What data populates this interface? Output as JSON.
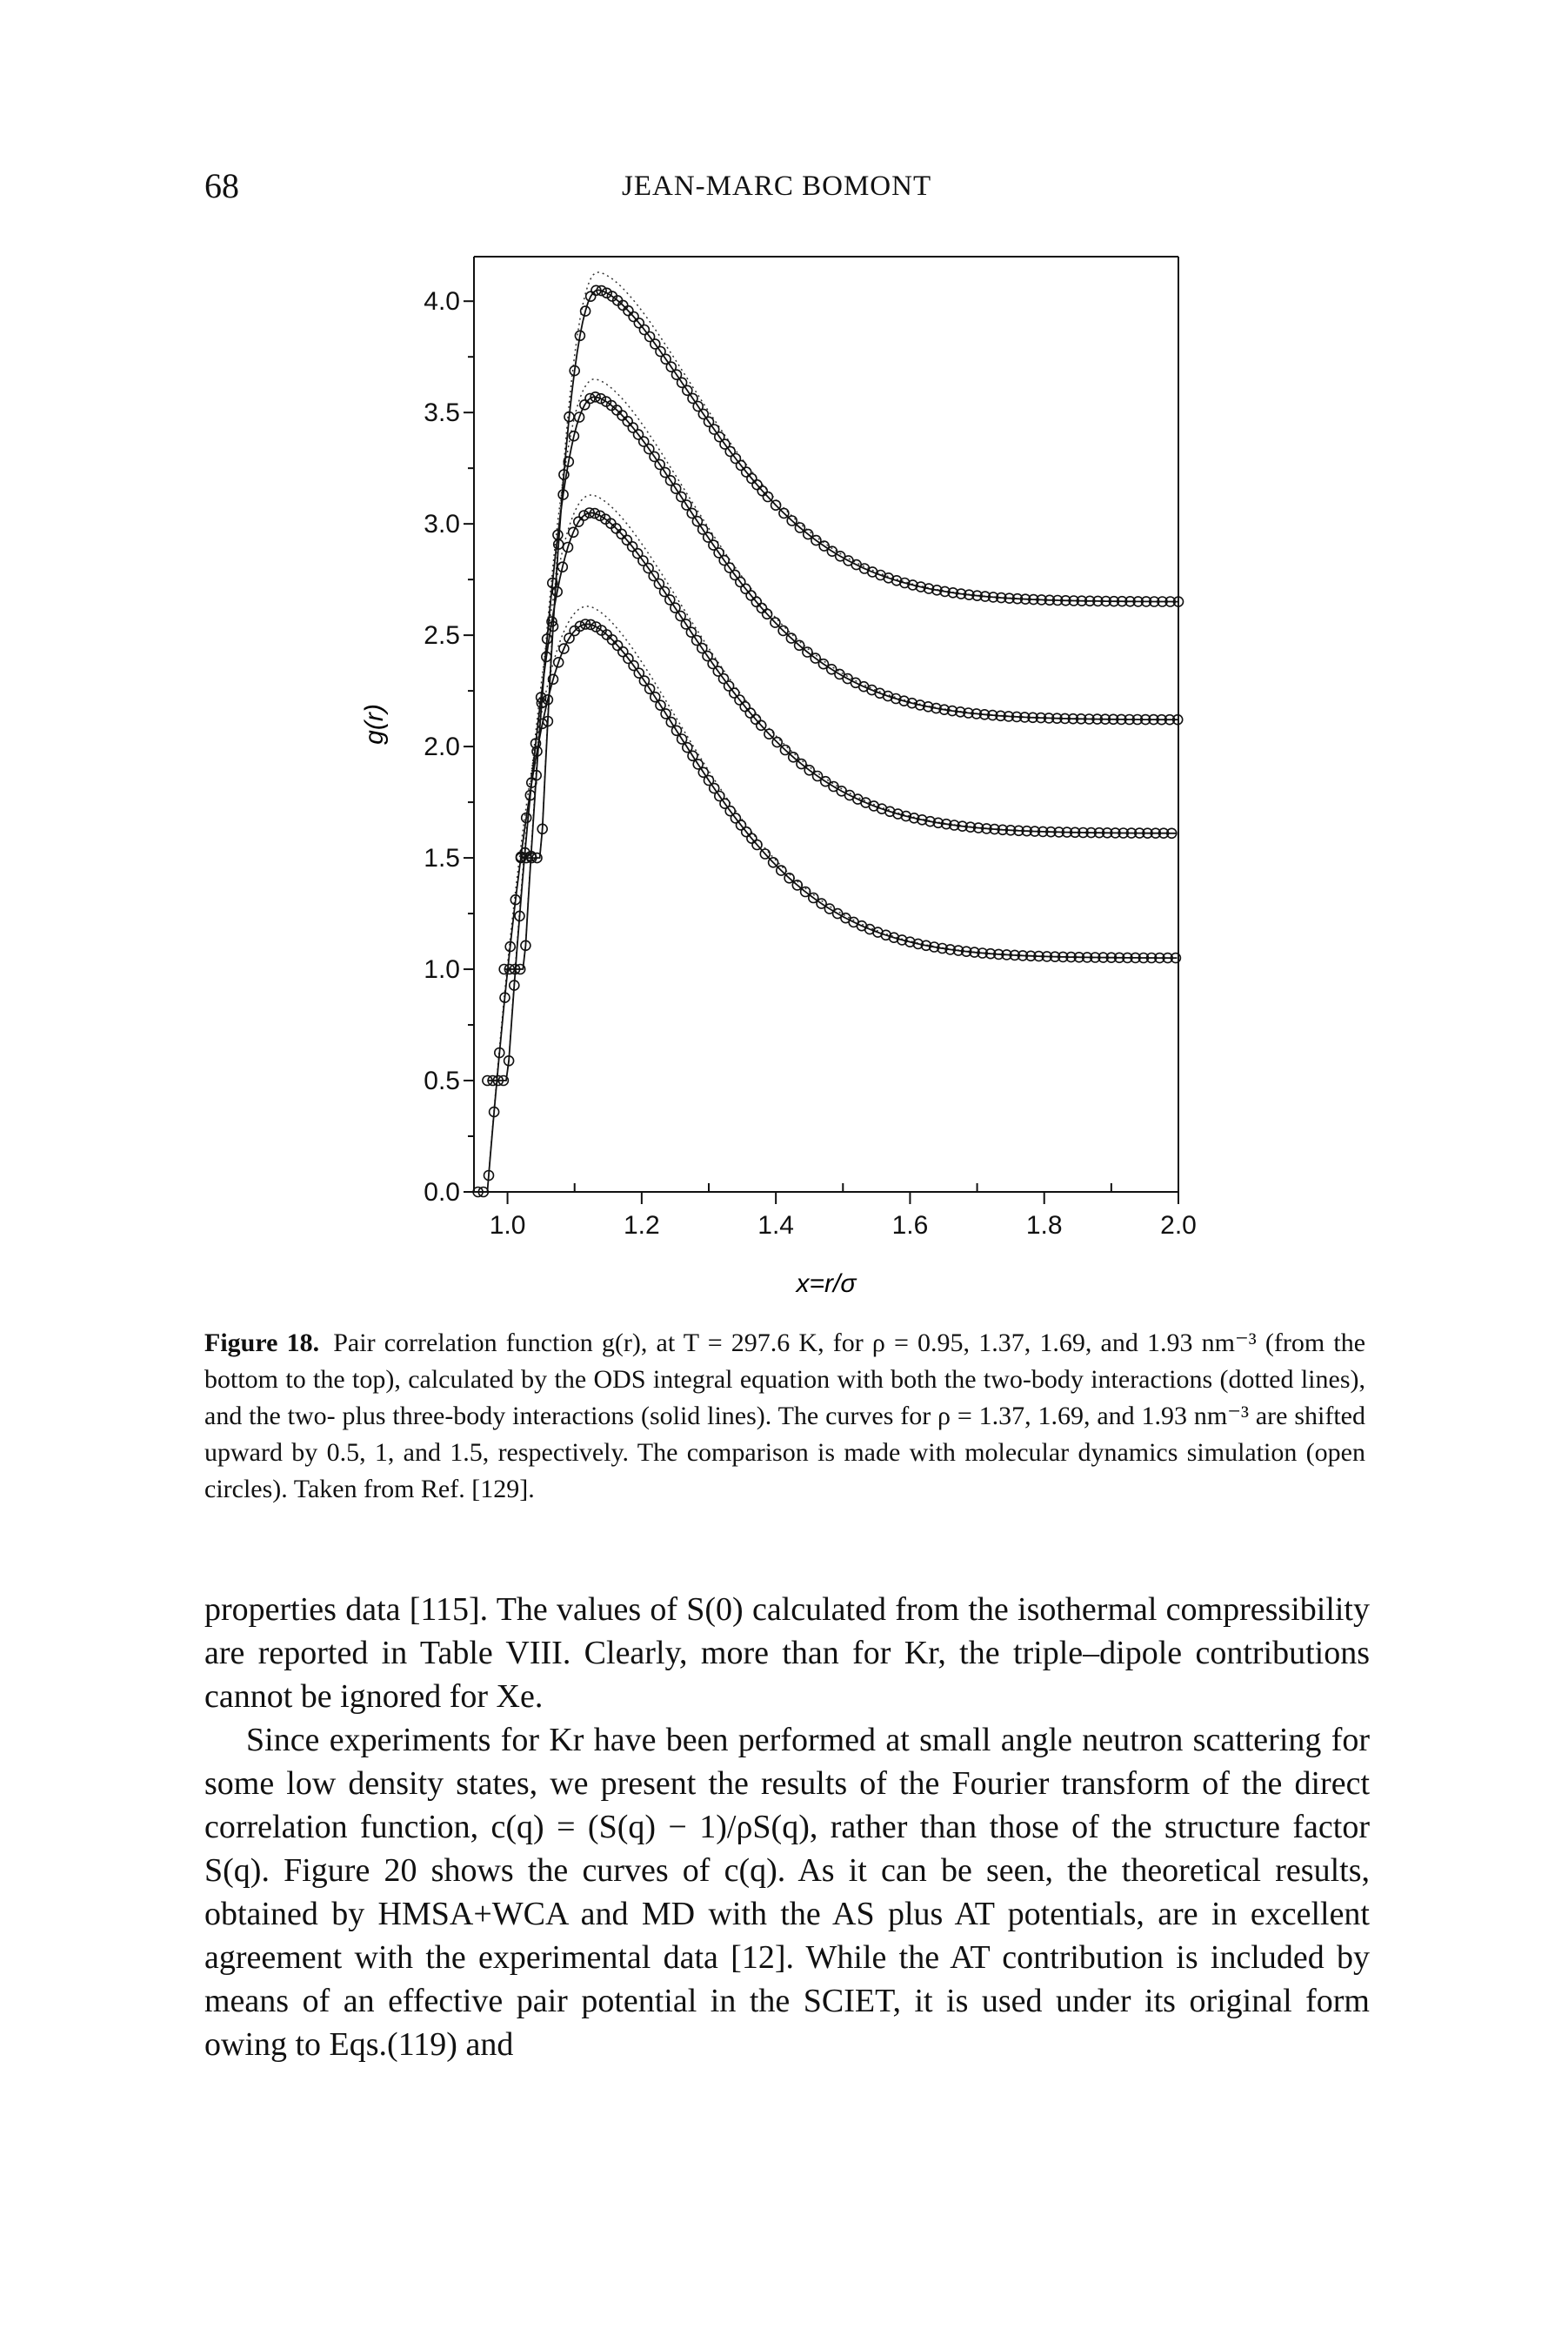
{
  "header": {
    "page_number": "68",
    "running_head": "JEAN-MARC BOMONT"
  },
  "figure": {
    "caption_label": "Figure 18.",
    "caption_text": "Pair correlation function g(r), at T = 297.6 K, for ρ = 0.95, 1.37, 1.69, and 1.93 nm⁻³ (from the bottom to the top), calculated by the ODS integral equation with both the two-body interactions (dotted lines), and the two- plus three-body interactions (solid lines). The curves for ρ = 1.37, 1.69, and 1.93 nm⁻³ are shifted upward by 0.5, 1, and 1.5, respectively. The comparison is made with molecular dynamics simulation (open circles). Taken from Ref. [129]."
  },
  "chart_data": {
    "type": "line",
    "title": "",
    "xlabel": "x=r/σ",
    "ylabel": "g(r)",
    "xlim": [
      0.95,
      2.0
    ],
    "ylim": [
      0.0,
      4.2
    ],
    "x_ticks": [
      "1.0",
      "1.2",
      "1.4",
      "1.6",
      "1.8",
      "2.0"
    ],
    "y_ticks": [
      "0.0",
      "0.5",
      "1.0",
      "1.5",
      "2.0",
      "2.5",
      "3.0",
      "3.5",
      "4.0"
    ],
    "grid": false,
    "legend": "none",
    "series": [
      {
        "density": 0.95,
        "shift": 0.0,
        "x0": 0.97,
        "peak_x": 1.12,
        "peak_y": 2.55,
        "asymptote": 1.05
      },
      {
        "density": 1.37,
        "shift": 0.5,
        "x0": 1.0,
        "peak_x": 1.125,
        "peak_y": 3.05,
        "asymptote": 1.61
      },
      {
        "density": 1.69,
        "shift": 1.0,
        "x0": 1.025,
        "peak_x": 1.13,
        "peak_y": 3.57,
        "asymptote": 2.12
      },
      {
        "density": 1.93,
        "shift": 1.5,
        "x0": 1.05,
        "peak_x": 1.135,
        "peak_y": 4.05,
        "asymptote": 2.65
      }
    ],
    "line_styles": {
      "two_body": "dotted",
      "two_plus_three_body": "solid",
      "md_simulation": "open circles"
    }
  },
  "body": {
    "paragraph_1": "properties data [115]. The values of S(0) calculated from the isothermal compressibility are reported in Table VIII. Clearly, more than for Kr, the triple–dipole contributions cannot be ignored for Xe.",
    "paragraph_2": "Since experiments for Kr have been performed at small angle neutron scattering for some low density states, we present the results of the Fourier transform of the direct correlation function, c(q) = (S(q) − 1)/ρS(q), rather than those of the structure factor S(q). Figure 20 shows the curves of c(q). As it can be seen, the theoretical results, obtained by HMSA+WCA and MD with the AS plus AT potentials, are in excellent agreement with the experimental data [12]. While the AT contribution is included by means of an effective pair potential in the SCIET, it is used under its original form owing to Eqs.(119) and"
  }
}
